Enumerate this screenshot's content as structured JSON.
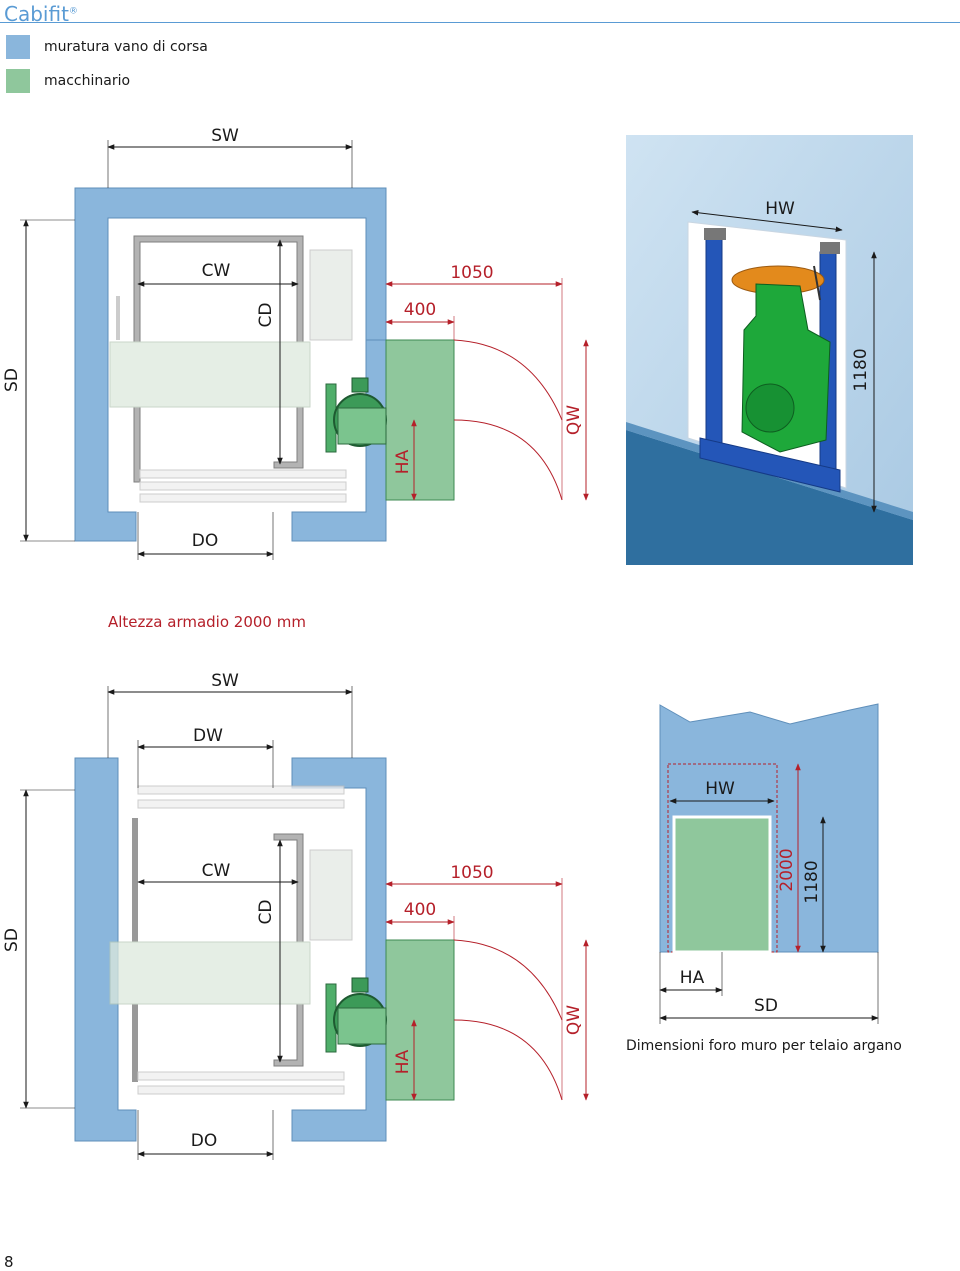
{
  "header": {
    "brand": "Cabifit",
    "brand_mark": "®"
  },
  "legend": [
    {
      "label": "muratura vano di corsa",
      "color": "#8ab6dc"
    },
    {
      "label": "macchinario",
      "color": "#8fc79c"
    }
  ],
  "colors": {
    "wall": "#8ab6dc",
    "machine": "#8fc79c",
    "dim_red": "#b5202a",
    "dim_black": "#1a1a1a",
    "wall_stroke": "#5f8fba"
  },
  "diagram1": {
    "labels": {
      "sw": "SW",
      "sd": "SD",
      "cw": "CW",
      "cd": "CD",
      "do": "DO",
      "d1050": "1050",
      "d400": "400",
      "qw": "QW",
      "ha": "HA"
    }
  },
  "photo": {
    "labels": {
      "hw": "HW",
      "h1180": "1180"
    }
  },
  "cabinet_title": "Altezza armadio 2000 mm",
  "diagram2": {
    "labels": {
      "sw": "SW",
      "dw": "DW",
      "sd": "SD",
      "cw": "CW",
      "cd": "CD",
      "do": "DO",
      "d1050": "1050",
      "d400": "400",
      "qw": "QW",
      "ha": "HA"
    }
  },
  "wall_opening": {
    "labels": {
      "hw": "HW",
      "h2000": "2000",
      "h1180": "1180",
      "ha": "HA",
      "sd": "SD"
    },
    "caption": "Dimensioni foro muro per telaio argano"
  },
  "page_number": "8"
}
